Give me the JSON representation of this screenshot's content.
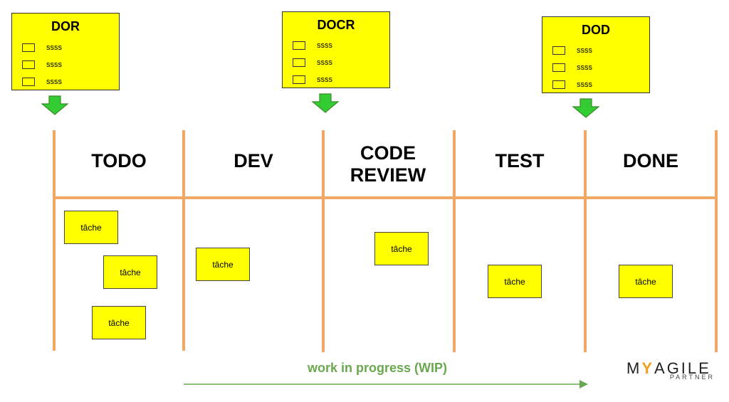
{
  "definitions": [
    {
      "title": "DOR",
      "items": [
        "ssss",
        "ssss",
        "ssss"
      ]
    },
    {
      "title": "DOCR",
      "items": [
        "ssss",
        "ssss",
        "ssss"
      ]
    },
    {
      "title": "DOD",
      "items": [
        "ssss",
        "ssss",
        "ssss"
      ]
    }
  ],
  "columns": [
    {
      "title": "TODO"
    },
    {
      "title": "DEV"
    },
    {
      "title": "CODE REVIEW"
    },
    {
      "title": "TEST"
    },
    {
      "title": "DONE"
    }
  ],
  "cards": {
    "todo": [
      "tâche",
      "tâche",
      "tâche"
    ],
    "dev": [
      "tâche"
    ],
    "code_review": [
      "tâche"
    ],
    "test": [
      "tâche"
    ],
    "done": [
      "tâche"
    ]
  },
  "wip": {
    "label": "work in progress (WIP)"
  },
  "logo": {
    "main_left": "M",
    "main_y": "Y",
    "main_right": "AGILE",
    "sub": "PARTNER"
  },
  "colors": {
    "sticky": "#ffff00",
    "column_line": "#f2a865",
    "arrow_green": "#33cc33",
    "wip_green": "#6aa84f"
  },
  "icons": {
    "down_arrow": "down-arrow-icon",
    "checkbox": "checkbox-icon"
  }
}
